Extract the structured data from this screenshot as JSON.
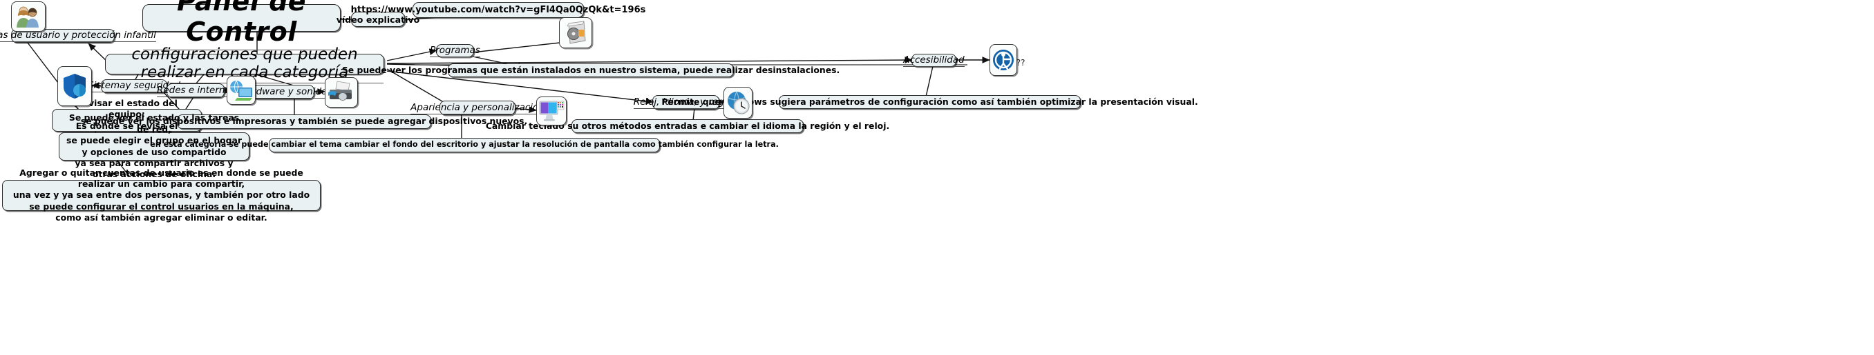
{
  "page": {
    "title": "Panel de Control",
    "subtitle": "configuraciones que pueden realizar en cada categoría",
    "background_color": "#ffffff",
    "node_fill": "#eaf1f2",
    "node_stroke": "#2b2b2b"
  },
  "link": {
    "label": "vídeo explicativo",
    "url": "https://www.youtube.com/watch?v=gFl4Qa0QzQk&t=196s"
  },
  "edge_labels": {
    "unknown": "????"
  },
  "categories": {
    "cuentas": "Cuentas de usuario y protección infantil",
    "sistema": "Sistemay seguridad",
    "redes": "Redes e internet",
    "hardware": "Hardware y sonido",
    "programas": "Programas",
    "apariencia": "Apariencia y personalización",
    "reloj": "Reloj, idioma, y región",
    "accesibilidad": "Accesibilidad"
  },
  "descriptions": {
    "sistema": "Revisar el estado del equipo:\nEs donde se revisa el estado del equipo.",
    "redes": "Se puede ver el estado y las tareas de red,\nse puede elegir el grupo en el hogar y opciones de uso compartido\nya sea para compartir archivos y otras acciones de oficina.",
    "hardware": "se puede ver los dispositivos e impresoras y también se puede agregar dispositivos nuevos.",
    "programas": "Se puede ver los programas que están instalados en nuestro sistema,  puede realizar desinstalaciones.",
    "apariencia": "en esta categoría se puede cambiar el tema cambiar el fondo del escritorio y ajustar la resolución de pantalla como también configurar la letra.",
    "reloj": "Cambiar teclado su otros métodos entradas e cambiar el idioma la región y el reloj.",
    "accesibilidad": "Permite que Windows sugiera parámetros de configuración como así también optimizar la presentación visual.",
    "cuentas": "Agregar o quitar cuentas de usuario es en donde se puede realizar un cambio para compartir,\nuna vez y ya sea entre dos personas, y también por otro lado se puede configurar el control usuarios en la máquina,\ncomo así también agregar eliminar o editar."
  },
  "icons": {
    "users": "users-family-icon",
    "shield": "security-shield-icon",
    "network": "network-monitor-icon",
    "printer": "printer-icon",
    "programs": "programs-disc-icon",
    "display": "display-personalization-icon",
    "clock": "globe-clock-icon",
    "accessibility": "accessibility-icon"
  }
}
